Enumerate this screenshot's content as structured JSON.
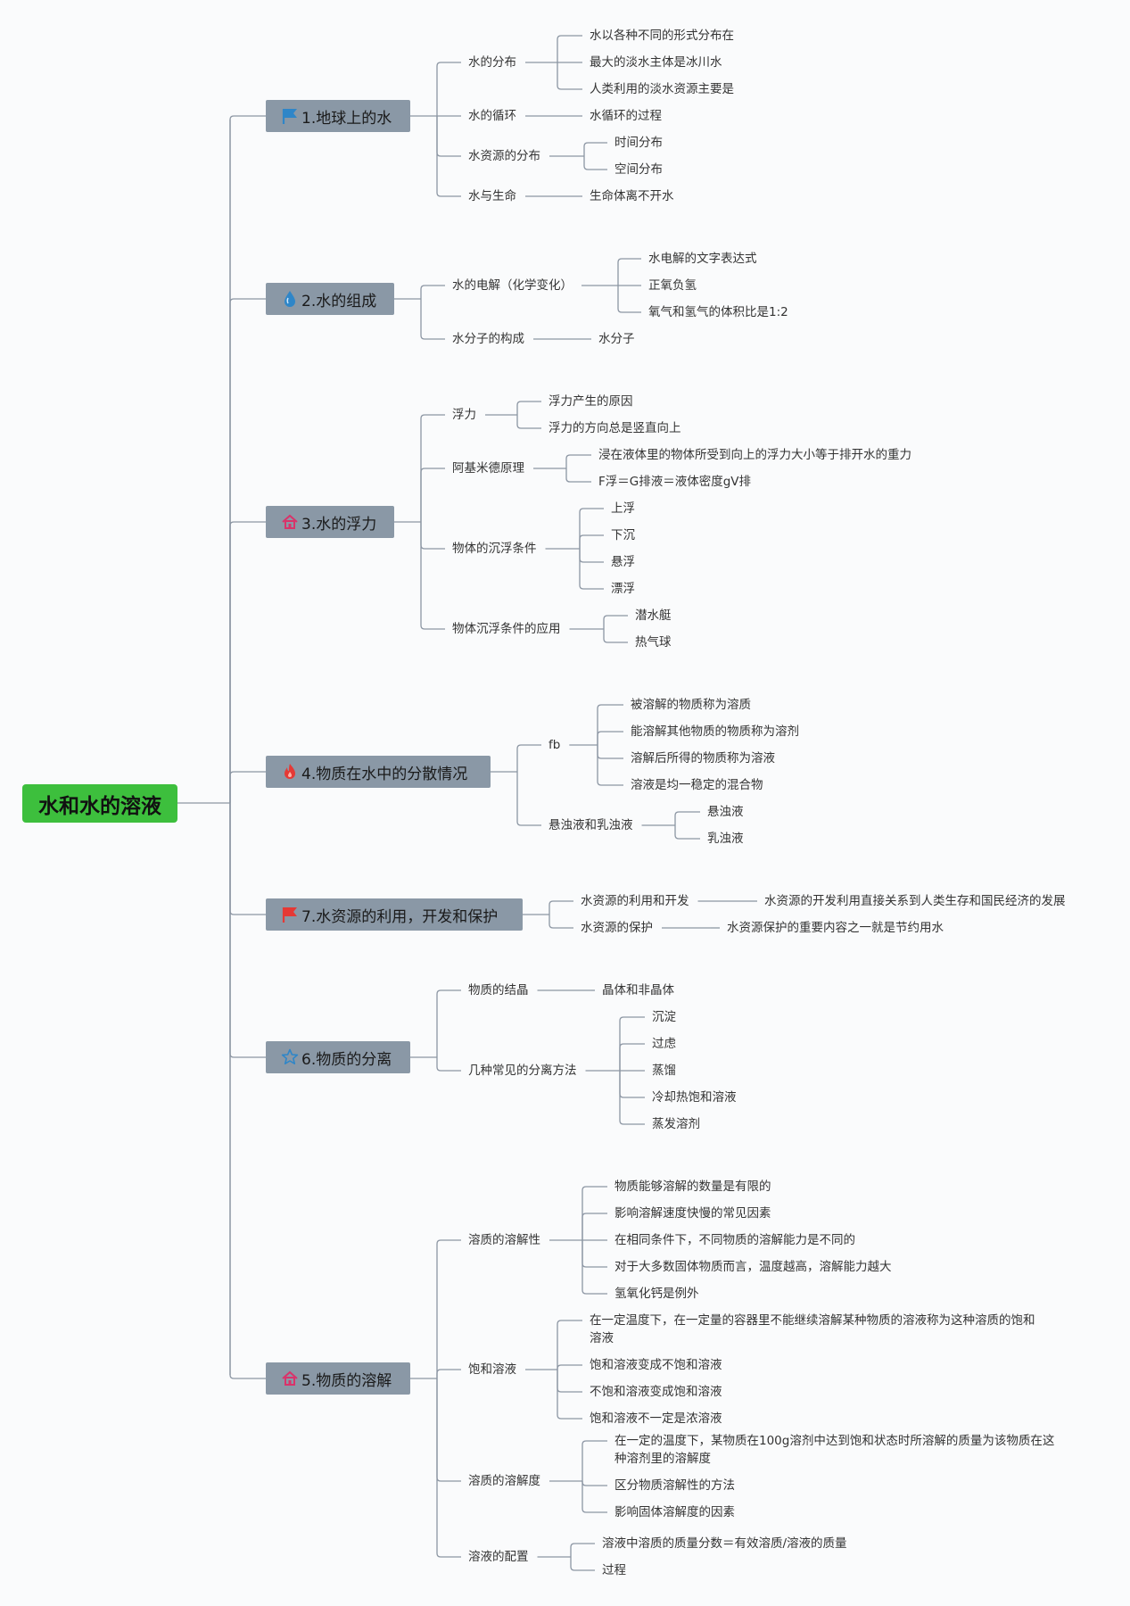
{
  "root": {
    "label": "水和水的溶液"
  },
  "branches": [
    {
      "label": "1.地球上的水",
      "icon": "flag-icon",
      "icon_color": "#2f86c8",
      "children": [
        {
          "label": "水的分布",
          "children": [
            "水以各种不同的形式分布在",
            "最大的淡水主体是冰川水",
            "人类利用的淡水资源主要是"
          ]
        },
        {
          "label": "水的循环",
          "children": [
            "水循环的过程"
          ]
        },
        {
          "label": "水资源的分布",
          "children": [
            "时间分布",
            "空间分布"
          ]
        },
        {
          "label": "水与生命",
          "children": [
            "生命体离不开水"
          ]
        }
      ]
    },
    {
      "label": "2.水的组成",
      "icon": "water-drop-icon",
      "icon_color": "#2f86c8",
      "children": [
        {
          "label": "水的电解（化学变化）",
          "children": [
            "水电解的文字表达式",
            "正氧负氢",
            "氧气和氢气的体积比是1:2"
          ]
        },
        {
          "label": "水分子的构成",
          "children": [
            "水分子"
          ]
        }
      ]
    },
    {
      "label": "3.水的浮力",
      "icon": "house-icon",
      "icon_color": "#d9336a",
      "children": [
        {
          "label": "浮力",
          "children": [
            "浮力产生的原因",
            "浮力的方向总是竖直向上"
          ]
        },
        {
          "label": "阿基米德原理",
          "children": [
            "浸在液体里的物体所受到向上的浮力大小等于排开水的重力",
            "F浮＝G排液＝液体密度gV排"
          ]
        },
        {
          "label": "物体的沉浮条件",
          "children": [
            "上浮",
            "下沉",
            "悬浮",
            "漂浮"
          ]
        },
        {
          "label": "物体沉浮条件的应用",
          "children": [
            "潜水艇",
            "热气球"
          ]
        }
      ]
    },
    {
      "label": "4.物质在水中的分散情况",
      "icon": "fire-icon",
      "icon_color": "#e53935",
      "children": [
        {
          "label": "fb",
          "children": [
            "被溶解的物质称为溶质",
            "能溶解其他物质的物质称为溶剂",
            "溶解后所得的物质称为溶液",
            "溶液是均一稳定的混合物"
          ]
        },
        {
          "label": "悬浊液和乳浊液",
          "children": [
            "悬浊液",
            "乳浊液"
          ]
        }
      ]
    },
    {
      "label": "7.水资源的利用，开发和保护",
      "icon": "flag-icon",
      "icon_color": "#e53935",
      "children": [
        {
          "label": "水资源的利用和开发",
          "children": [
            "水资源的开发利用直接关系到人类生存和国民经济的发展"
          ]
        },
        {
          "label": "水资源的保护",
          "children": [
            "水资源保护的重要内容之一就是节约用水"
          ]
        }
      ]
    },
    {
      "label": "6.物质的分离",
      "icon": "star-icon",
      "icon_color": "#2f86c8",
      "children": [
        {
          "label": "物质的结晶",
          "children": [
            "晶体和非晶体"
          ]
        },
        {
          "label": "几种常见的分离方法",
          "children": [
            "沉淀",
            "过虑",
            "蒸馏",
            "冷却热饱和溶液",
            "蒸发溶剂"
          ]
        }
      ]
    },
    {
      "label": "5.物质的溶解",
      "icon": "house-icon",
      "icon_color": "#d9336a",
      "children": [
        {
          "label": "溶质的溶解性",
          "children": [
            "物质能够溶解的数量是有限的",
            "影响溶解速度快慢的常见因素",
            "在相同条件下，不同物质的溶解能力是不同的",
            "对于大多数固体物质而言，温度越高，溶解能力越大",
            "氢氧化钙是例外"
          ]
        },
        {
          "label": "饱和溶液",
          "children": [
            "在一定温度下，在一定量的容器里不能继续溶解某种物质的溶液称为这种溶质的饱和溶液",
            "饱和溶液变成不饱和溶液",
            "不饱和溶液变成饱和溶液",
            "饱和溶液不一定是浓溶液"
          ]
        },
        {
          "label": "溶质的溶解度",
          "children": [
            "在一定的温度下，某物质在100g溶剂中达到饱和状态时所溶解的质量为该物质在这种溶剂里的溶解度",
            "区分物质溶解性的方法",
            "影响固体溶解度的因素"
          ]
        },
        {
          "label": "溶液的配置",
          "children": [
            "溶液中溶质的质量分数＝有效溶质/溶液的质量",
            "过程"
          ]
        }
      ]
    }
  ]
}
